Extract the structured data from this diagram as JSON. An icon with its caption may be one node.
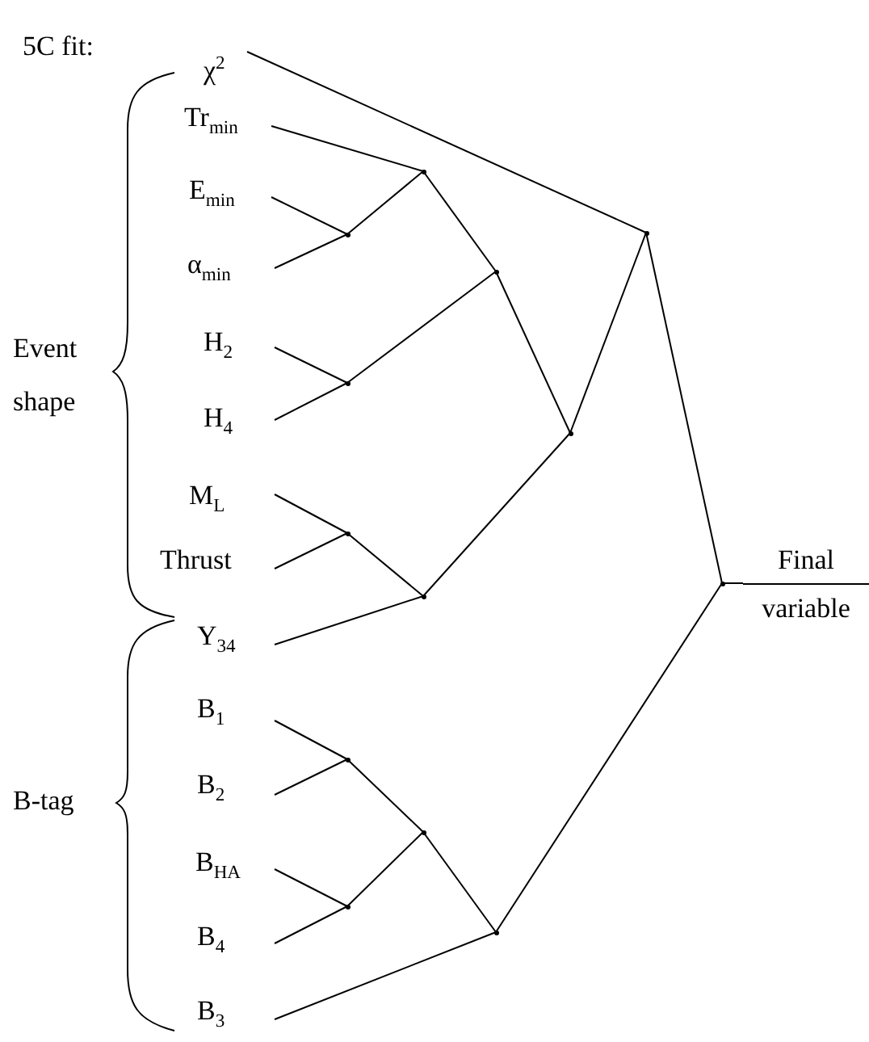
{
  "diagram": {
    "nodes": [
      {
        "text": [
          "χ$^{2}$"
        ]
      },
      {
        "text": [
          "Tr$_{min}$"
        ]
      },
      {
        "text": [
          "E$_{min}$"
        ]
      },
      {
        "text": [
          "α$_{min}$"
        ]
      },
      {
        "text": [
          "H$_{2}$"
        ]
      },
      {
        "text": [
          "H$_{4}$"
        ]
      },
      {
        "text": [
          "M$_{L}$"
        ]
      },
      {
        "text": [
          "Thrust"
        ]
      },
      {
        "text": [
          "Y$_{34}$"
        ]
      },
      {
        "text": [
          "B$_{1}$"
        ]
      },
      {
        "text": [
          "B$_{2}$"
        ]
      },
      {
        "text": [
          "B$_{HA}$"
        ]
      },
      {
        "text": [
          "B$_{4}$"
        ]
      },
      {
        "text": [
          "B$_{3}$"
        ]
      },
      {
        "text": [],
        "shape": "point"
      },
      {
        "text": [],
        "shape": "point"
      },
      {
        "text": [],
        "shape": "point"
      },
      {
        "text": [],
        "shape": "point"
      },
      {
        "text": [],
        "shape": "point"
      },
      {
        "text": [],
        "shape": "point"
      },
      {
        "text": [],
        "shape": "point"
      },
      {
        "text": [],
        "shape": "point"
      },
      {
        "text": [],
        "shape": "point"
      },
      {
        "text": [],
        "shape": "point"
      },
      {
        "text": [],
        "shape": "point"
      },
      {
        "text": [],
        "shape": "point"
      },
      {
        "text": [],
        "shape": "point"
      },
      {
        "text": [
          "Final",
          "variable"
        ]
      }
    ],
    "edges": [
      {
        "from": 0,
        "to": 15,
        "arrow": "none"
      },
      {
        "from": 1,
        "to": 14,
        "arrow": "none"
      },
      {
        "from": 2,
        "to": 16,
        "arrow": "none"
      },
      {
        "from": 3,
        "to": 16,
        "arrow": "none"
      },
      {
        "from": 16,
        "to": 14,
        "arrow": "none"
      },
      {
        "from": 4,
        "to": 18,
        "arrow": "none"
      },
      {
        "from": 5,
        "to": 18,
        "arrow": "none"
      },
      {
        "from": 14,
        "to": 17,
        "arrow": "none"
      },
      {
        "from": 18,
        "to": 17,
        "arrow": "none"
      },
      {
        "from": 17,
        "to": 19,
        "arrow": "none"
      },
      {
        "from": 6,
        "to": 20,
        "arrow": "none"
      },
      {
        "from": 7,
        "to": 20,
        "arrow": "none"
      },
      {
        "from": 20,
        "to": 22,
        "arrow": "none"
      },
      {
        "from": 8,
        "to": 22,
        "arrow": "none"
      },
      {
        "from": 22,
        "to": 19,
        "arrow": "none"
      },
      {
        "from": 19,
        "to": 15,
        "arrow": "none"
      },
      {
        "from": 15,
        "to": 21,
        "arrow": "none"
      },
      {
        "from": 9,
        "to": 23,
        "arrow": "none"
      },
      {
        "from": 10,
        "to": 23,
        "arrow": "none"
      },
      {
        "from": 23,
        "to": 24,
        "arrow": "none"
      },
      {
        "from": 11,
        "to": 25,
        "arrow": "none"
      },
      {
        "from": 12,
        "to": 25,
        "arrow": "none"
      },
      {
        "from": 25,
        "to": 24,
        "arrow": "none"
      },
      {
        "from": 24,
        "to": 26,
        "arrow": "none"
      },
      {
        "from": 13,
        "to": 26,
        "arrow": "none"
      },
      {
        "from": 26,
        "to": 21,
        "arrow": "none"
      },
      {
        "from": 21,
        "to": 27,
        "arrow": "none"
      }
    ],
    "labels": [
      "5C fit:",
      "Event shape",
      "B-tag"
    ]
  }
}
